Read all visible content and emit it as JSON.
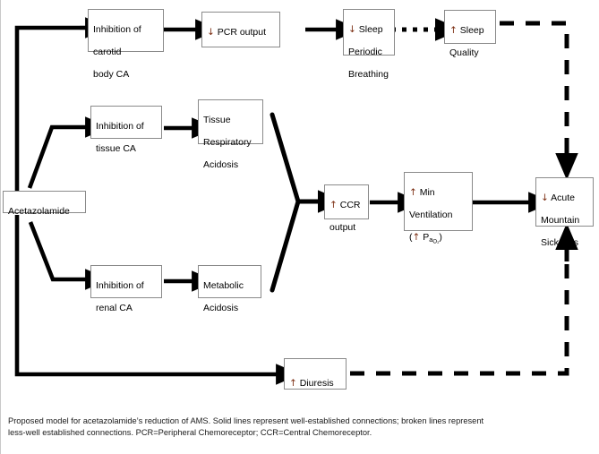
{
  "diagram": {
    "title": "Proposed model for acetazolamide's reduction of AMS",
    "type": "flowchart",
    "nodes": {
      "acetazolamide": {
        "label": "Acetazolamide"
      },
      "inhib_carotid": {
        "line1": "Inhibition of",
        "line2": "carotid",
        "line3": "body CA"
      },
      "pcr_output": {
        "arrow": "↓",
        "label": " PCR output"
      },
      "sleep_periodic": {
        "arrow": "↓",
        "line1": " Sleep",
        "line2": "Periodic",
        "line3": "Breathing"
      },
      "sleep_quality": {
        "arrow": "↑",
        "line1": " Sleep",
        "line2": "Quality"
      },
      "inhib_tissue": {
        "line1": "Inhibition of",
        "line2": "tissue CA"
      },
      "tissue_resp_acidosis": {
        "line1": "Tissue",
        "line2": "Respiratory",
        "line3": "Acidosis"
      },
      "inhib_renal": {
        "line1": "Inhibition of",
        "line2": "renal CA"
      },
      "metabolic_acidosis": {
        "line1": "Metabolic",
        "line2": "Acidosis"
      },
      "ccr_output": {
        "arrow": "↑",
        "line1": " CCR",
        "line2": "output"
      },
      "min_ventilation": {
        "arrow": "↑",
        "line1": " Min",
        "line2": "Ventilation",
        "paren_open": "(",
        "paren_arrow": "↑",
        "p_symbol": " P",
        "sub_a": "a",
        "sub_o2": "O₂",
        "paren_close": ")"
      },
      "ams": {
        "arrow": "↓",
        "line1": " Acute",
        "line2": "Mountain",
        "line3": "Sickness"
      },
      "diuresis": {
        "arrow": "↑",
        "label": " Diuresis"
      }
    },
    "edges": [
      {
        "from": "acetazolamide",
        "to": "inhib_carotid",
        "style": "solid"
      },
      {
        "from": "inhib_carotid",
        "to": "pcr_output",
        "style": "solid"
      },
      {
        "from": "pcr_output",
        "to": "sleep_periodic",
        "style": "solid"
      },
      {
        "from": "sleep_periodic",
        "to": "sleep_quality",
        "style": "dotted"
      },
      {
        "from": "sleep_quality",
        "to": "ams",
        "style": "dashed"
      },
      {
        "from": "acetazolamide",
        "to": "inhib_tissue",
        "style": "solid"
      },
      {
        "from": "inhib_tissue",
        "to": "tissue_resp_acidosis",
        "style": "solid"
      },
      {
        "from": "tissue_resp_acidosis",
        "to": "ccr_output",
        "style": "solid"
      },
      {
        "from": "acetazolamide",
        "to": "inhib_renal",
        "style": "solid"
      },
      {
        "from": "inhib_renal",
        "to": "metabolic_acidosis",
        "style": "solid"
      },
      {
        "from": "metabolic_acidosis",
        "to": "ccr_output",
        "style": "solid"
      },
      {
        "from": "ccr_output",
        "to": "min_ventilation",
        "style": "solid"
      },
      {
        "from": "min_ventilation",
        "to": "ams",
        "style": "solid"
      },
      {
        "from": "acetazolamide",
        "to": "diuresis",
        "style": "solid"
      },
      {
        "from": "diuresis",
        "to": "ams",
        "style": "dashed"
      }
    ],
    "colors": {
      "stroke": "#000000",
      "box_border": "#8a8a8a",
      "background": "#ffffff",
      "arrow_glyph": "#7a2c10"
    }
  },
  "caption": {
    "line1": "Proposed model for acetazolamide’s reduction of AMS.  Solid lines represent well-established connections;  broken lines represent",
    "line2": "less-well established connections.  PCR=Peripheral Chemoreceptor;  CCR=Central Chemoreceptor."
  }
}
